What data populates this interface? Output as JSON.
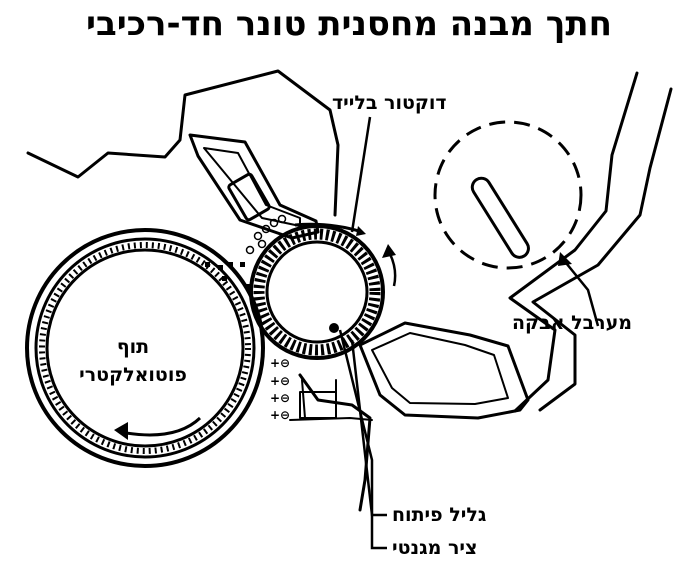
{
  "title": "חתך מבנה מחסנית טונר חד-רכיבי",
  "labels": {
    "doctor_blade": "דוקטור בלייד",
    "agitator": "מערבל אבקה",
    "drum_line1": "תוף",
    "drum_line2": "פוטואלקטרי",
    "developer_roller": "גליל פיתוח",
    "magnetic_core": "ציר מגנטי"
  },
  "charge_symbols": [
    "+⊖",
    "+⊖",
    "+⊖",
    "+⊖"
  ]
}
